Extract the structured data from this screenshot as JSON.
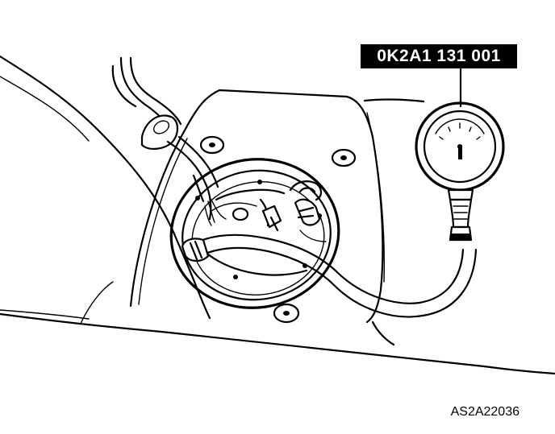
{
  "tool_label": "0K2A1 131 001",
  "figure_code": "AS2A22036",
  "colors": {
    "ink": "#000000",
    "paper": "#ffffff"
  },
  "icons": [
    "fuel-tank-drawing",
    "fuel-pump-unit-drawing",
    "fuel-pressure-gauge-drawing",
    "fuel-hose-drawing"
  ]
}
